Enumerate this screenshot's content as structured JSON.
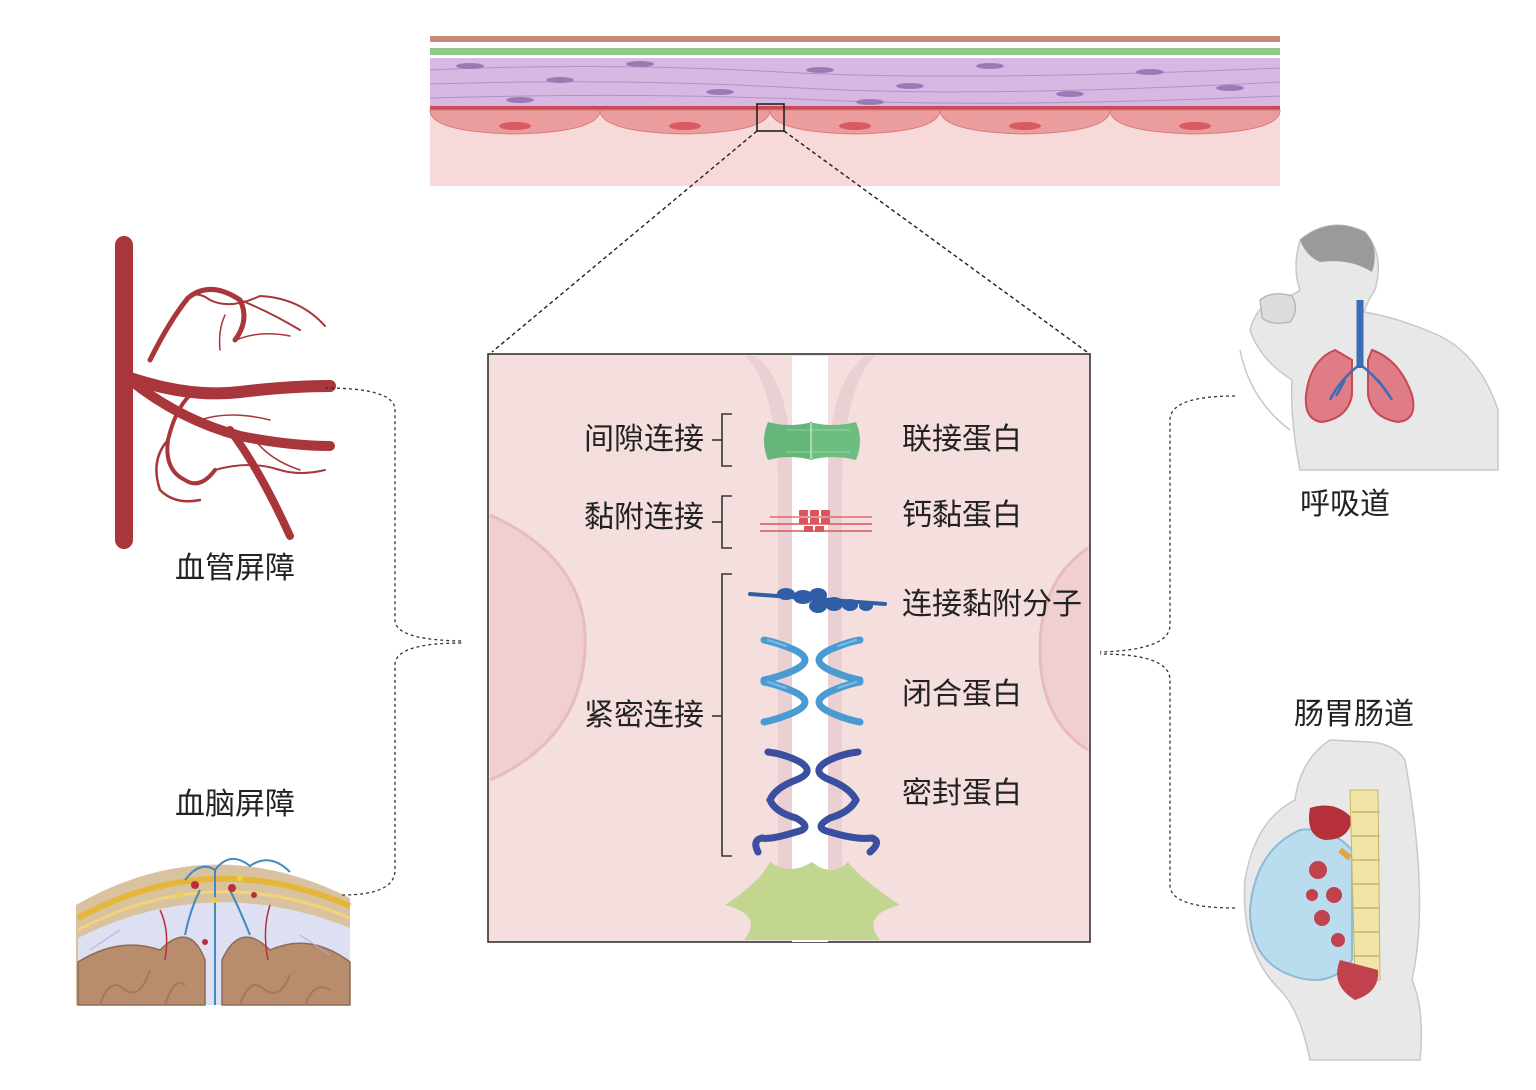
{
  "left": {
    "vessel_label": "血管屏障",
    "brain_label": "血脑屏障"
  },
  "right": {
    "airway_label": "呼吸道",
    "gut_label": "肠胃肠道"
  },
  "inset": {
    "junction_groups": [
      {
        "label": "间隙连接"
      },
      {
        "label": "黏附连接"
      },
      {
        "label": "紧密连接"
      }
    ],
    "proteins": [
      {
        "label": "联接蛋白"
      },
      {
        "label": "钙黏蛋白"
      },
      {
        "label": "连接黏附分子"
      },
      {
        "label": "闭合蛋白"
      },
      {
        "label": "密封蛋白"
      }
    ]
  },
  "colors": {
    "cell_pink": "#f3dcdc",
    "gap_green": "#66b67a",
    "cadherin_red": "#d9545c",
    "jam_blue": "#2f5ea6",
    "occludin_blue": "#4a9bd1",
    "claudin_navy": "#3a4f9f",
    "nucleus_green": "#c3d690",
    "vessel_red": "#a8363b"
  }
}
